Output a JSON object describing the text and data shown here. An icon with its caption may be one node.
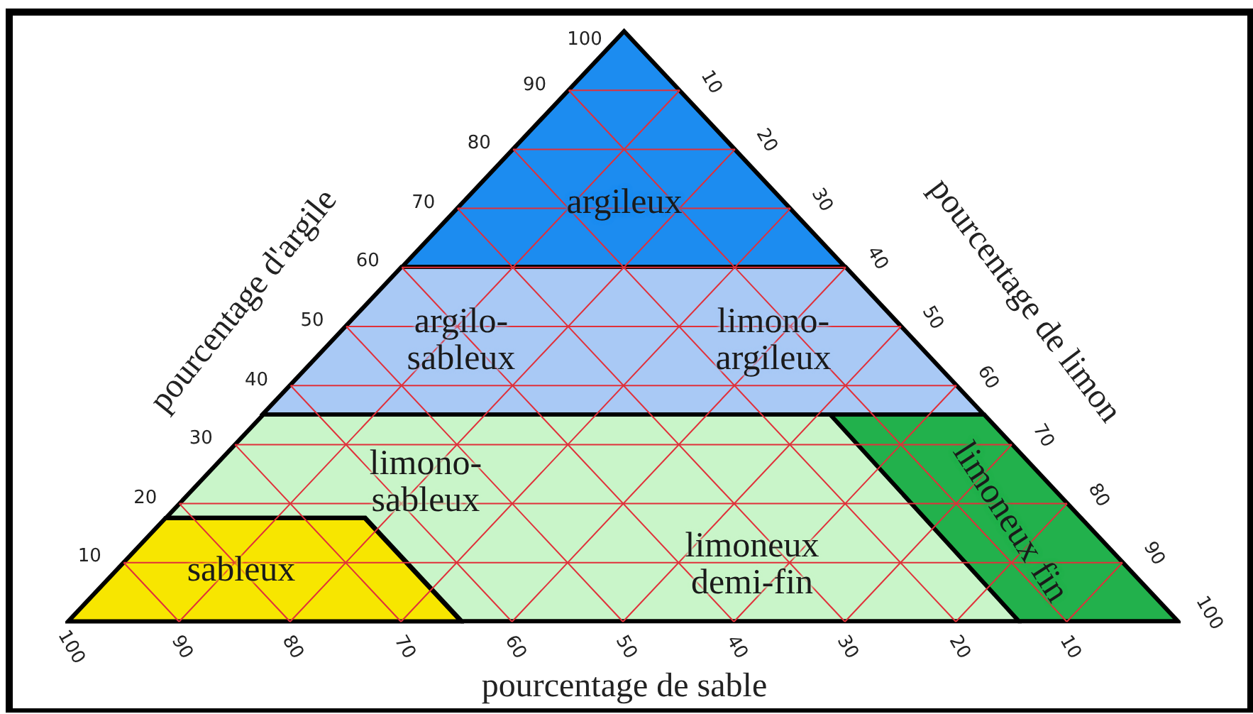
{
  "diagram": {
    "nodes": [
      {
        "text": [
          "argileux"
        ]
      },
      {
        "text": [
          "argilo-sableux",
          "limono-argileux"
        ]
      },
      {
        "text": [
          "limono-sableux",
          "limoneux demi-fin"
        ]
      },
      {
        "text": [
          "sableux"
        ]
      },
      {
        "text": [
          "limoneux fin"
        ]
      }
    ],
    "labels": [
      "100",
      "90",
      "80",
      "70",
      "60",
      "50",
      "40",
      "30",
      "20",
      "10",
      "pourcentage d'argile",
      "pourcentage de limon",
      "10",
      "20",
      "30",
      "40",
      "50",
      "60",
      "70",
      "80",
      "90",
      "100",
      "100",
      "90",
      "80",
      "70",
      "60",
      "50",
      "40",
      "30",
      "20",
      "10",
      "pourcentage de sable"
    ]
  }
}
